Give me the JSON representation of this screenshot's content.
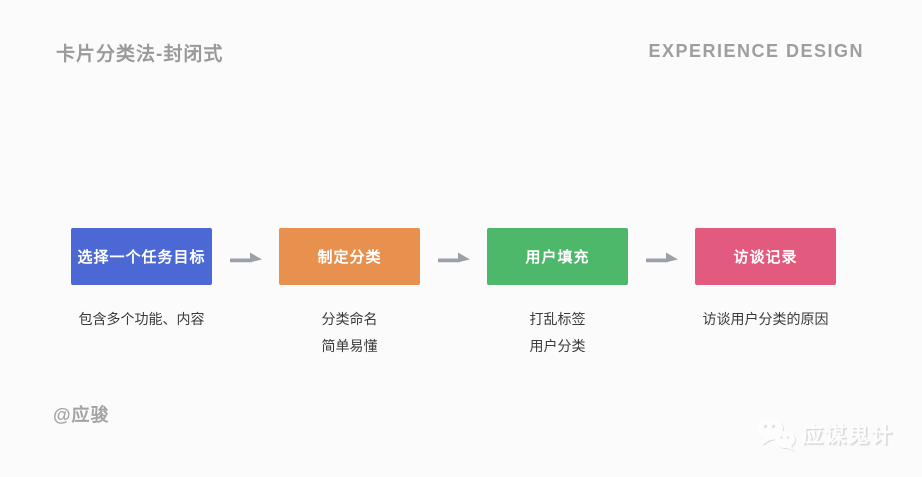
{
  "header": {
    "title": "卡片分类法-封闭式",
    "brand": "EXPERIENCE DESIGN"
  },
  "steps": [
    {
      "label": "选择一个任务目标",
      "color": "#4b68d4",
      "notes": [
        "包含多个功能、内容"
      ]
    },
    {
      "label": "制定分类",
      "color": "#e8914e",
      "notes": [
        "分类命名",
        "简单易懂"
      ]
    },
    {
      "label": "用户填充",
      "color": "#4db76a",
      "notes": [
        "打乱标签",
        "用户分类"
      ]
    },
    {
      "label": "访谈记录",
      "color": "#e25b7e",
      "notes": [
        "访谈用户分类的原因"
      ]
    }
  ],
  "arrow": {
    "color": "#9aa1ab"
  },
  "footer": {
    "author": "@应骏",
    "watermark": "应谋鬼计"
  }
}
